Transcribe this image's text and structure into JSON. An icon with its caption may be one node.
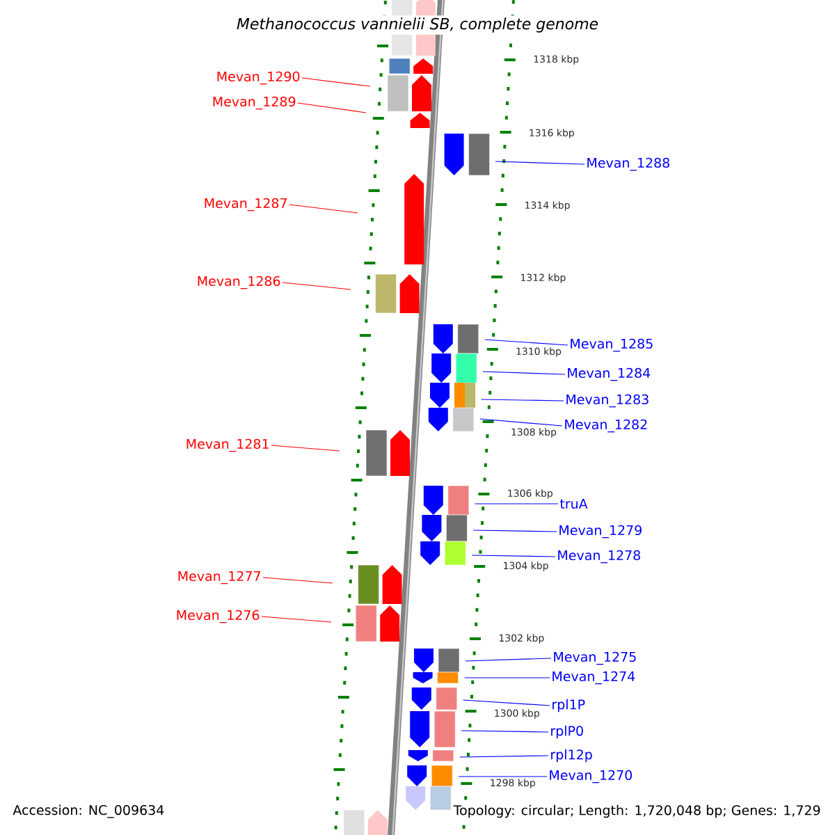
{
  "diagram": {
    "title": "Methanococcus vannielii SB, complete genome",
    "nodes": [
      {
        "text": [
          "Mevan_1290"
        ]
      },
      {
        "text": [
          "Mevan_1289"
        ]
      },
      {
        "text": [
          "Mevan_1288"
        ]
      },
      {
        "text": [
          "Mevan_1287"
        ]
      },
      {
        "text": [
          "Mevan_1286"
        ]
      },
      {
        "text": [
          "Mevan_1285"
        ]
      },
      {
        "text": [
          "Mevan_1284"
        ]
      },
      {
        "text": [
          "Mevan_1283"
        ]
      },
      {
        "text": [
          "Mevan_1282"
        ]
      },
      {
        "text": [
          "Mevan_1281"
        ]
      },
      {
        "text": [
          "truA"
        ]
      },
      {
        "text": [
          "Mevan_1279"
        ]
      },
      {
        "text": [
          "Mevan_1278"
        ]
      },
      {
        "text": [
          "Mevan_1277"
        ]
      },
      {
        "text": [
          "Mevan_1276"
        ]
      },
      {
        "text": [
          "Mevan_1275"
        ]
      },
      {
        "text": [
          "Mevan_1274"
        ]
      },
      {
        "text": [
          "rpl1P"
        ]
      },
      {
        "text": [
          "rplP0"
        ]
      },
      {
        "text": [
          "rpl12p"
        ]
      },
      {
        "text": [
          "Mevan_1270"
        ]
      }
    ],
    "edges": [
      {
        "from": 0,
        "to": null,
        "arrow": "none",
        "color": "#ff0000"
      },
      {
        "from": 1,
        "to": null,
        "arrow": "none",
        "color": "#ff0000"
      },
      {
        "from": 2,
        "to": null,
        "arrow": "none"
      },
      {
        "from": 3,
        "to": null,
        "arrow": "none",
        "color": "#ff0000"
      },
      {
        "from": 4,
        "to": null,
        "arrow": "none",
        "color": "#ff0000"
      },
      {
        "from": 5,
        "to": null,
        "arrow": "none"
      },
      {
        "from": 6,
        "to": null,
        "arrow": "none"
      },
      {
        "from": 7,
        "to": null,
        "arrow": "none"
      },
      {
        "from": 8,
        "to": null,
        "arrow": "none"
      },
      {
        "from": 9,
        "to": null,
        "arrow": "none",
        "color": "#ff0000"
      },
      {
        "from": 10,
        "to": null,
        "arrow": "none"
      },
      {
        "from": 11,
        "to": null,
        "arrow": "none"
      },
      {
        "from": 12,
        "to": null,
        "arrow": "none"
      },
      {
        "from": 13,
        "to": null,
        "arrow": "none",
        "color": "#ff0000"
      },
      {
        "from": 14,
        "to": null,
        "arrow": "none",
        "color": "#ff0000"
      },
      {
        "from": 15,
        "to": null,
        "arrow": "none"
      },
      {
        "from": 16,
        "to": null,
        "arrow": "none"
      },
      {
        "from": 17,
        "to": null,
        "arrow": "none"
      },
      {
        "from": 18,
        "to": null,
        "arrow": "none"
      },
      {
        "from": 19,
        "to": null,
        "arrow": "none"
      },
      {
        "from": 20,
        "to": null,
        "arrow": "none"
      }
    ],
    "labels": [
      "1318 kbp",
      "1316 kbp",
      "1314 kbp",
      "1312 kbp",
      "1310 kbp",
      "1308 kbp",
      "1306 kbp",
      "1304 kbp",
      "1302 kbp",
      "1300 kbp",
      "1298 kbp",
      "Accession: NC_009634",
      "Topology: circular; Length: 1,720,048 bp; Genes: 1,729"
    ]
  }
}
